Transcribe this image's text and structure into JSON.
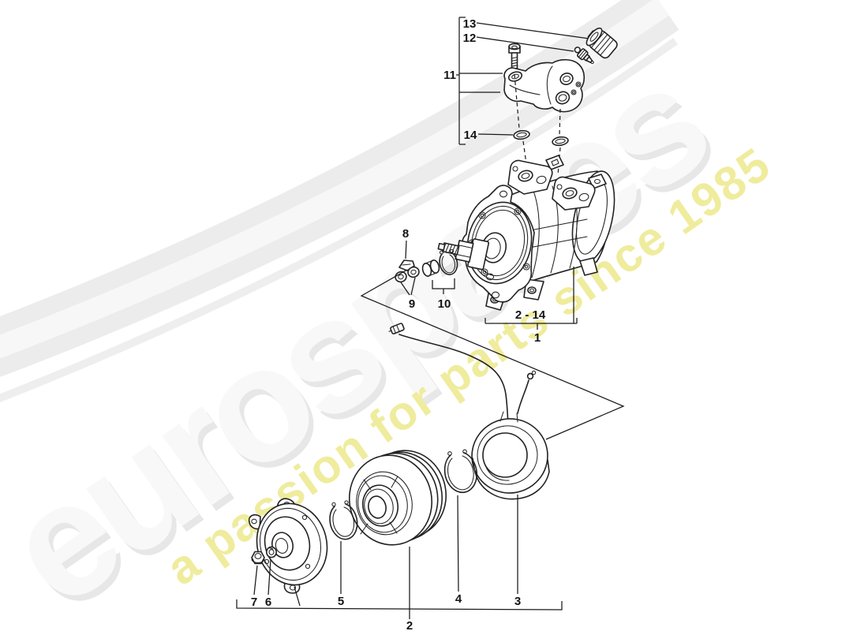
{
  "page": {
    "background": "#ffffff",
    "line_color": "#222222"
  },
  "watermark": {
    "brand": "eurospares",
    "tagline": "a passion for parts since 1985",
    "brand_shadow_color": "#e7e7e7",
    "brand_face_color": "#f8f8f8",
    "tagline_color": "#efec9d",
    "swoosh_color": "#ececec"
  },
  "callouts": {
    "c13": {
      "label": "13"
    },
    "c12": {
      "label": "12"
    },
    "c11": {
      "label": "11"
    },
    "c14": {
      "label": "14"
    },
    "c8": {
      "label": "8"
    },
    "c9": {
      "label": "9"
    },
    "c10": {
      "label": "10"
    },
    "c2_14": {
      "label": "2 - 14"
    },
    "c1": {
      "label": "1"
    },
    "c7": {
      "label": "7"
    },
    "c6": {
      "label": "6"
    },
    "c5": {
      "label": "5"
    },
    "c2": {
      "label": "2"
    },
    "c4": {
      "label": "4"
    },
    "c3": {
      "label": "3"
    }
  }
}
